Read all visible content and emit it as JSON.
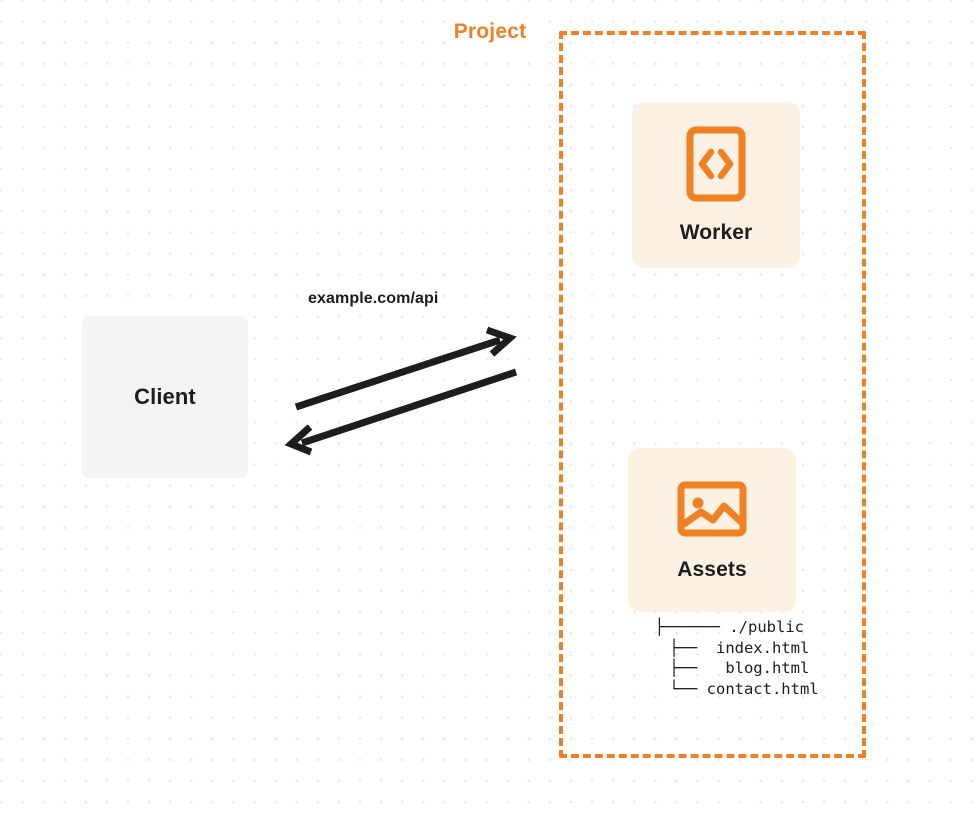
{
  "diagram": {
    "title": "Project",
    "nodes": {
      "client": {
        "label": "Client"
      },
      "worker": {
        "label": "Worker",
        "icon": "code-brackets-icon"
      },
      "assets": {
        "label": "Assets",
        "icon": "image-picture-icon"
      }
    },
    "edges": {
      "request_label": "example.com/api"
    },
    "file_tree": {
      "lines": [
        "├───── ./public",
        "      ├── index.html",
        "      ├──  blog.html",
        "      └── contact.html"
      ],
      "text": "├────── ./public\n       ├──  index.html\n       ├──   blog.html\n       └── contact.html"
    },
    "colors": {
      "accent_orange": "#ef8023",
      "card_bg": "#fdf1e3",
      "client_bg": "#f4f4f6",
      "text": "#1d1d1f",
      "grid_dot": "#e9e9ec",
      "arrow": "#1d1d1f"
    }
  }
}
